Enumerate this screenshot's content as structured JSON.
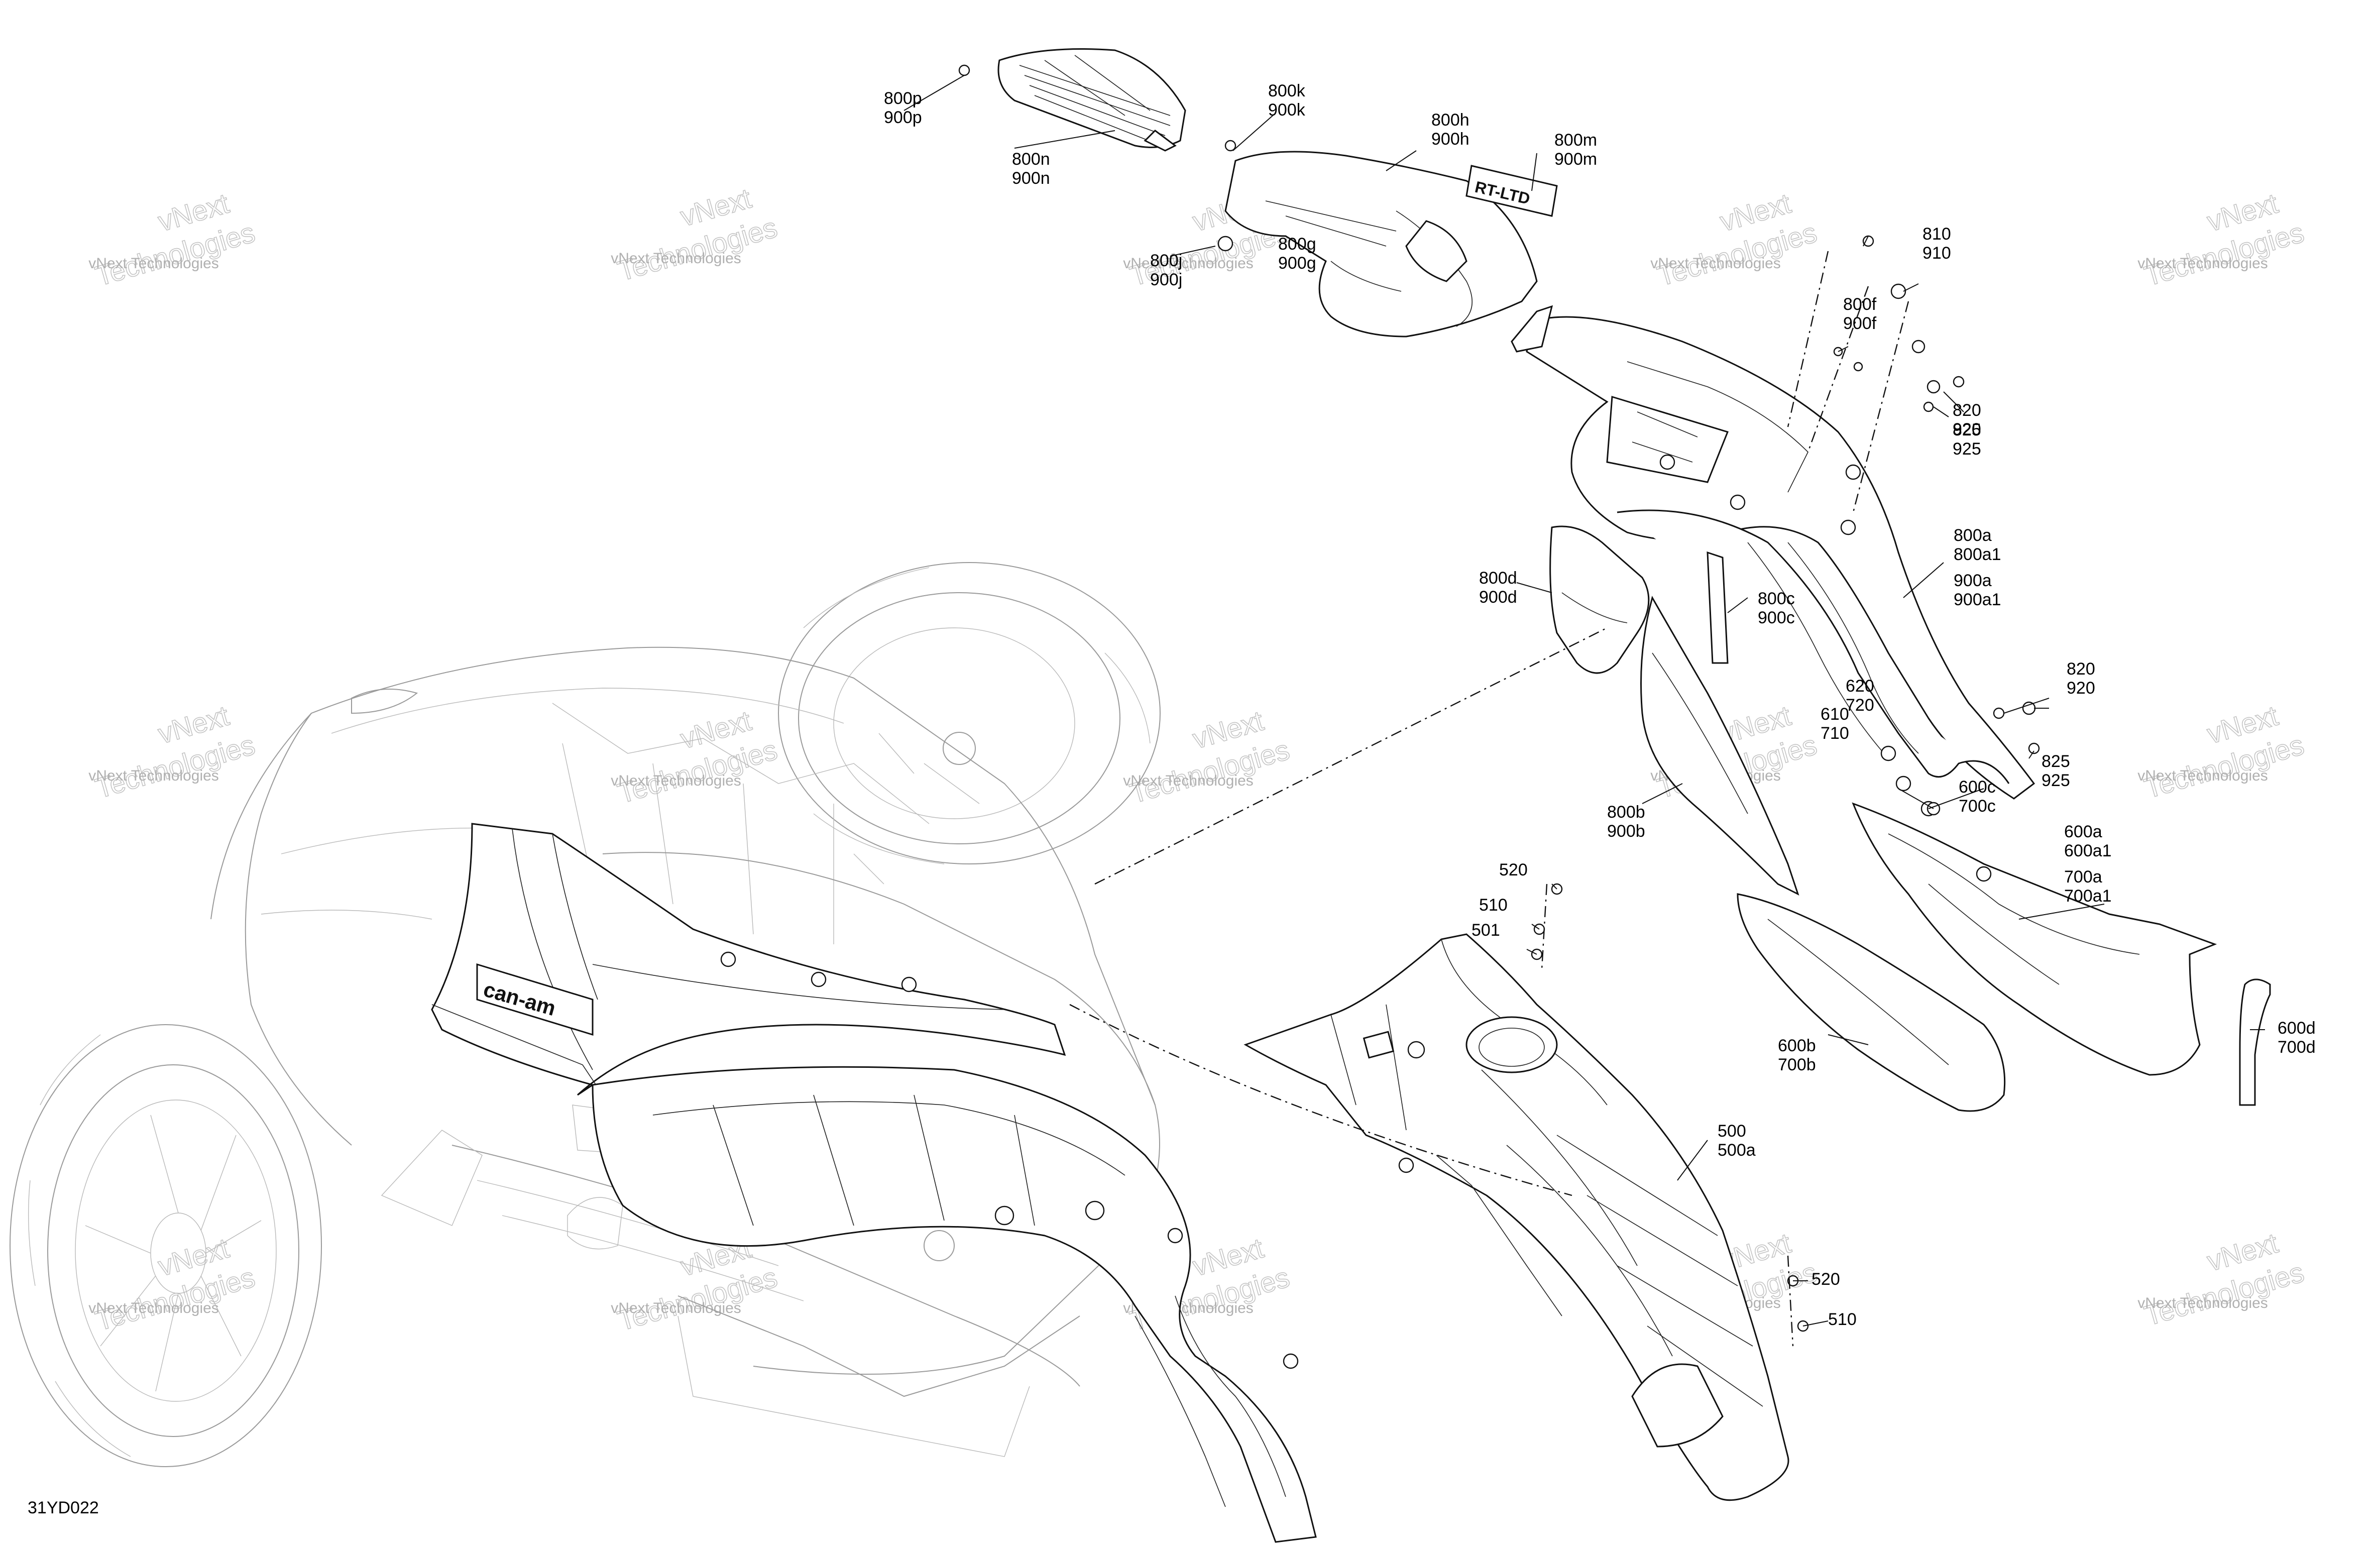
{
  "diagram": {
    "drawing_id": "31YD022",
    "brand_logo_text": "can-am",
    "emblem_text": "RT-LTD"
  },
  "watermark": {
    "line1": "vNext Technologies",
    "line2": "Technologies",
    "line3": "vNext"
  },
  "callouts": [
    {
      "id": "c-800p",
      "lines": [
        "800p",
        "900p"
      ]
    },
    {
      "id": "c-800n",
      "lines": [
        "800n",
        "900n"
      ]
    },
    {
      "id": "c-800k",
      "lines": [
        "800k",
        "900k"
      ]
    },
    {
      "id": "c-800h",
      "lines": [
        "800h",
        "900h"
      ]
    },
    {
      "id": "c-800m",
      "lines": [
        "800m",
        "900m"
      ]
    },
    {
      "id": "c-800g",
      "lines": [
        "800g",
        "900g"
      ]
    },
    {
      "id": "c-800j",
      "lines": [
        "800j",
        "900j"
      ]
    },
    {
      "id": "c-810",
      "lines": [
        "810",
        "910"
      ]
    },
    {
      "id": "c-800f",
      "lines": [
        "800f",
        "900f"
      ]
    },
    {
      "id": "c-820a",
      "lines": [
        "820",
        "920"
      ]
    },
    {
      "id": "c-825a",
      "lines": [
        "825",
        "925"
      ]
    },
    {
      "id": "c-800a",
      "lines": [
        "800a",
        "800a1",
        "900a",
        "900a1"
      ]
    },
    {
      "id": "c-800d",
      "lines": [
        "800d",
        "900d"
      ]
    },
    {
      "id": "c-800c",
      "lines": [
        "800c",
        "900c"
      ]
    },
    {
      "id": "c-620",
      "lines": [
        "620",
        "720"
      ]
    },
    {
      "id": "c-610",
      "lines": [
        "610",
        "710"
      ]
    },
    {
      "id": "c-820b",
      "lines": [
        "820",
        "920"
      ]
    },
    {
      "id": "c-825b",
      "lines": [
        "825",
        "925"
      ]
    },
    {
      "id": "c-600c",
      "lines": [
        "600c",
        "700c"
      ]
    },
    {
      "id": "c-800b",
      "lines": [
        "800b",
        "900b"
      ]
    },
    {
      "id": "c-600a",
      "lines": [
        "600a",
        "600a1",
        "700a",
        "700a1"
      ]
    },
    {
      "id": "c-520a",
      "lines": [
        "520"
      ]
    },
    {
      "id": "c-510a",
      "lines": [
        "510"
      ]
    },
    {
      "id": "c-501",
      "lines": [
        "501"
      ]
    },
    {
      "id": "c-600b",
      "lines": [
        "600b",
        "700b"
      ]
    },
    {
      "id": "c-600d",
      "lines": [
        "600d",
        "700d"
      ]
    },
    {
      "id": "c-500",
      "lines": [
        "500",
        "500a"
      ]
    },
    {
      "id": "c-520b",
      "lines": [
        "520"
      ]
    },
    {
      "id": "c-510b",
      "lines": [
        "510"
      ]
    }
  ]
}
